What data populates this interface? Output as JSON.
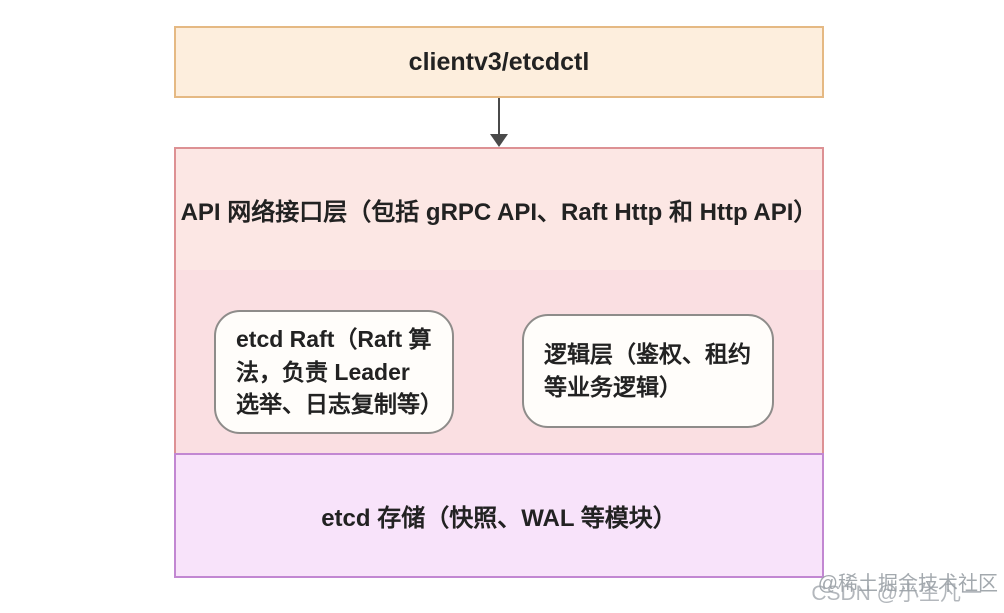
{
  "colors": {
    "client_fill": "#fdeedd",
    "client_border": "#e5b983",
    "api_fill": "#fce7e4",
    "api_border": "#dd9194",
    "middle_fill": "#fadfe2",
    "node_fill": "#fffdfa",
    "node_border": "#8e8c8a",
    "storage_fill": "#f8e3fa",
    "storage_border": "#c287d2",
    "arrow": "#4a4a4a",
    "text": "#222222",
    "watermark": "#9aa0a6"
  },
  "diagram": {
    "client_box": "clientv3/etcdctl",
    "api_layer": "API 网络接口层（包括 gRPC API、Raft Http 和 Http API）",
    "raft_node": "etcd Raft（Raft 算法，负责 Leader 选举、日志复制等）",
    "logic_node": "逻辑层（鉴权、租约等业务逻辑）",
    "storage_layer": "etcd 存储（快照、WAL 等模块）"
  },
  "watermark": {
    "line1": "@稀土掘金技术社区",
    "line2": "CSDN @小生凡一"
  }
}
